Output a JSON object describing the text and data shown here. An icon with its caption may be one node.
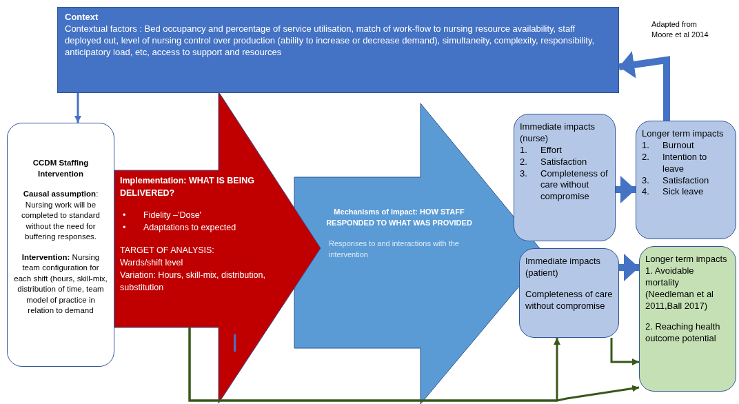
{
  "diagram": {
    "nodes": [
      {
        "text": [
          "Context",
          "Contextual factors : Bed occupancy and percentage of service utilisation, match of work-flow to nursing resource availability, staff deployed out, level of nursing control over production (ability to increase or decrease demand), simultaneity, complexity, responsibility, anticipatory load, etc, access to support and resources"
        ]
      },
      {
        "text": [
          "CCDM Staffing Intervention",
          "**Causal assumption**: Nursing work will be completed to standard without the need for buffering responses.",
          "**Intervention:** Nursing team configuration for each shift (hours, skill-mix, distribution of time, team model of practice in relation to demand"
        ]
      },
      {
        "text": [
          "Implementation: WHAT IS BEING DELIVERED?",
          "•",
          "Fidelity –'Dose'",
          "•",
          "Adaptations to expected",
          "TARGET OF ANALYSIS:",
          "Wards/shift level",
          "Variation: Hours, skill-mix, distribution, substitution"
        ]
      },
      {
        "text": [
          "Mechanisms of impact: HOW STAFF RESPONDED TO WHAT WAS PROVIDED",
          "Responses to and interactions with the intervention"
        ]
      },
      {
        "text": [
          "Immediate impacts (nurse)",
          "1.",
          "Effort",
          "2.",
          "Satisfaction",
          "3.",
          "Completeness of care without compromise"
        ]
      },
      {
        "text": [
          "Longer term impacts",
          "1.",
          "Burnout",
          "2.",
          "Intention to leave",
          "3.",
          "Satisfaction",
          "4.",
          "Sick leave"
        ]
      },
      {
        "text": [
          "Immediate impacts (patient)",
          "Completeness of care without compromise"
        ]
      },
      {
        "text": [
          "Longer term impacts",
          "1. Avoidable mortality (Needleman et al 2011,Ball 2017)",
          "2. Reaching health outcome potential"
        ]
      }
    ],
    "edges": [
      {
        "from": 0,
        "to": 1,
        "arrow": "to",
        "color": "#4472c4"
      },
      {
        "from": 4,
        "to": 5,
        "arrow": "to",
        "style": "thick",
        "color": "#4472c4"
      },
      {
        "from": 6,
        "to": 7,
        "arrow": "to",
        "style": "thick",
        "color": "#4472c4"
      },
      {
        "from": 5,
        "to": 0,
        "arrow": "to",
        "style": "thick",
        "color": "#4472c4"
      },
      {
        "from": 2,
        "to": 6,
        "arrow": "to",
        "color": "#38571a"
      },
      {
        "from": 2,
        "to": 7,
        "arrow": "to",
        "color": "#38571a"
      },
      {
        "from": 6,
        "to": 7,
        "arrow": "to",
        "color": "#38571a"
      }
    ],
    "labels": [
      "Adapted from Moore et al 2014"
    ]
  }
}
